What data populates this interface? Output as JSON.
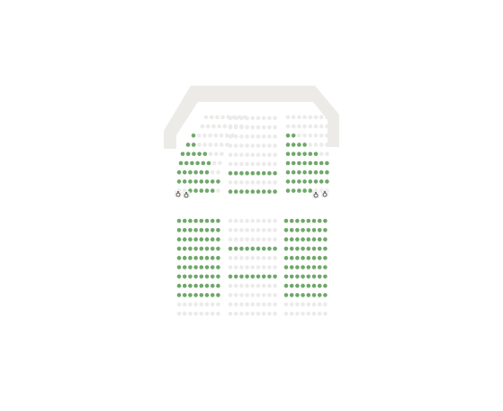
{
  "colors": {
    "background": "#ffffff",
    "stage_frame": "#ecebe8",
    "auditorium_floor": "#ffffff",
    "seat_available": "#6fa86a",
    "seat_unavailable": "#ecebea",
    "accessible_badge_bg": "#f2f1ef",
    "accessible_badge_icon": "#555555"
  },
  "seat_status_legend": {
    "available": "seat-available",
    "unavailable": "seat-unavailable"
  },
  "balcony": {
    "left_block": [
      [
        0,
        0,
        0,
        0,
        0,
        0,
        0,
        0
      ],
      [
        0,
        0,
        0,
        0,
        0,
        0,
        0,
        0
      ],
      [
        1,
        0,
        0,
        0,
        0,
        0,
        0,
        0
      ],
      [
        1,
        1,
        0,
        0,
        0,
        0,
        0,
        0
      ],
      [
        1,
        1,
        1,
        1,
        1,
        0,
        0,
        0
      ],
      [
        1,
        1,
        1,
        1,
        1,
        1,
        0,
        0
      ],
      [
        1,
        1,
        1,
        1,
        1,
        1,
        0,
        0
      ],
      [
        1,
        1,
        1,
        1,
        1,
        1,
        1,
        1
      ],
      [
        0,
        0,
        1,
        1,
        1,
        1,
        1,
        0
      ]
    ],
    "center_block": [
      [
        0,
        0,
        0,
        0,
        0,
        0,
        0,
        0,
        0
      ],
      [
        0,
        0,
        0,
        0,
        0,
        0,
        0,
        0,
        0
      ],
      [
        0,
        0,
        0,
        0,
        0,
        0,
        0,
        0,
        0
      ],
      [
        0,
        0,
        0,
        0,
        0,
        0,
        0,
        0,
        0
      ],
      [
        0,
        0,
        0,
        0,
        0,
        0,
        0,
        0,
        0
      ],
      [
        0,
        0,
        0,
        0,
        0,
        0,
        0,
        0,
        0
      ],
      [
        1,
        1,
        1,
        1,
        1,
        1,
        1,
        1,
        1
      ],
      [
        0,
        0,
        0,
        0,
        0,
        0,
        0,
        0,
        0
      ],
      [
        1,
        1,
        1,
        1,
        1,
        1,
        1,
        1,
        1
      ]
    ],
    "right_block": [
      [
        0,
        0,
        0,
        0,
        0,
        0,
        0,
        0
      ],
      [
        0,
        0,
        0,
        0,
        0,
        0,
        0,
        0
      ],
      [
        1,
        1,
        0,
        0,
        0,
        0,
        0,
        0
      ],
      [
        1,
        1,
        1,
        1,
        0,
        0,
        0,
        0
      ],
      [
        1,
        1,
        1,
        1,
        1,
        1,
        0,
        0
      ],
      [
        1,
        1,
        1,
        1,
        1,
        1,
        1,
        1
      ],
      [
        1,
        1,
        1,
        1,
        1,
        1,
        1,
        1
      ],
      [
        1,
        1,
        1,
        1,
        1,
        1,
        1,
        1
      ],
      [
        1,
        1,
        1,
        1,
        1,
        0,
        0,
        0
      ]
    ],
    "accessible_icons": [
      "wheelchair-icon",
      "companion-icon"
    ]
  },
  "stalls": {
    "left_block": [
      [
        1,
        1,
        1,
        1,
        1,
        1,
        1,
        1
      ],
      [
        1,
        1,
        1,
        1,
        1,
        1,
        1,
        1
      ],
      [
        1,
        1,
        1,
        1,
        1,
        1,
        1,
        1
      ],
      [
        1,
        1,
        1,
        1,
        1,
        1,
        1,
        1
      ],
      [
        1,
        1,
        1,
        1,
        1,
        1,
        1,
        1
      ],
      [
        1,
        1,
        1,
        1,
        1,
        1,
        1,
        1
      ],
      [
        1,
        1,
        1,
        1,
        1,
        1,
        1,
        1
      ],
      [
        1,
        1,
        1,
        1,
        1,
        1,
        1,
        1
      ],
      [
        1,
        1,
        1,
        1,
        1,
        1,
        1,
        1
      ],
      [
        0,
        0,
        0,
        0,
        0,
        0,
        0,
        0
      ],
      [
        0,
        0,
        0,
        0,
        0,
        0,
        0,
        0
      ]
    ],
    "center_block": [
      [
        0,
        0,
        0,
        0,
        0,
        0,
        0,
        0,
        0
      ],
      [
        0,
        0,
        0,
        0,
        0,
        0,
        0,
        0,
        0
      ],
      [
        0,
        0,
        0,
        0,
        0,
        0,
        0,
        0,
        0
      ],
      [
        1,
        1,
        1,
        1,
        1,
        1,
        1,
        1,
        1
      ],
      [
        0,
        0,
        0,
        0,
        0,
        0,
        0,
        0,
        0
      ],
      [
        0,
        0,
        0,
        0,
        0,
        0,
        0,
        0,
        0
      ],
      [
        1,
        1,
        1,
        1,
        1,
        1,
        1,
        1,
        1
      ],
      [
        0,
        0,
        0,
        0,
        0,
        0,
        0,
        0,
        0
      ],
      [
        0,
        0,
        0,
        0,
        0,
        0,
        0,
        0,
        0
      ],
      [
        0,
        0,
        0,
        0,
        0,
        0,
        0,
        0,
        0
      ],
      [
        0,
        0,
        0,
        0,
        0,
        0,
        0,
        0,
        0
      ]
    ],
    "right_block": [
      [
        1,
        1,
        1,
        1,
        1,
        1,
        1,
        1
      ],
      [
        1,
        1,
        1,
        1,
        1,
        1,
        1,
        1
      ],
      [
        1,
        1,
        1,
        1,
        1,
        1,
        1,
        1
      ],
      [
        1,
        1,
        1,
        1,
        1,
        1,
        1,
        1
      ],
      [
        1,
        1,
        1,
        1,
        1,
        1,
        1,
        1
      ],
      [
        1,
        1,
        1,
        1,
        1,
        1,
        1,
        1
      ],
      [
        1,
        1,
        1,
        1,
        1,
        1,
        1,
        1
      ],
      [
        1,
        1,
        1,
        1,
        1,
        1,
        1,
        1
      ],
      [
        1,
        1,
        1,
        1,
        1,
        1,
        1,
        1
      ],
      [
        0,
        0,
        0,
        0,
        0,
        0,
        0,
        0
      ],
      [
        0,
        0,
        0,
        0,
        0,
        0,
        0,
        0
      ]
    ]
  }
}
